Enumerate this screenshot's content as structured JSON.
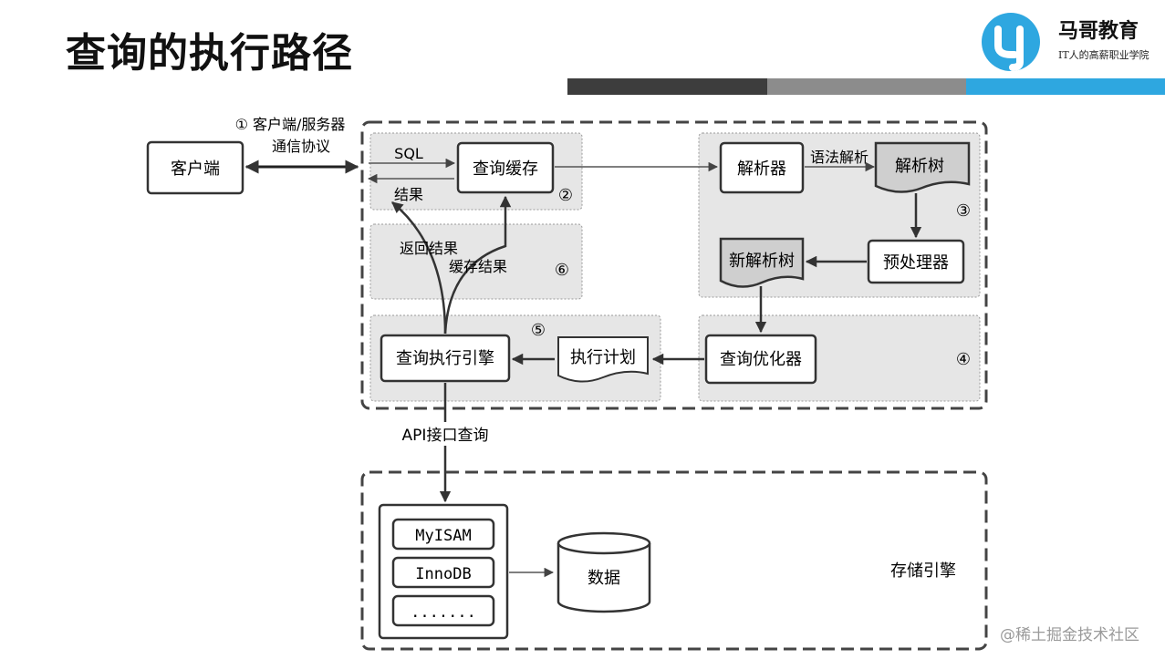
{
  "title": "查询的执行路径",
  "logo": {
    "name": "马哥教育",
    "slogan": "IT人的高薪职业学院"
  },
  "diagram": {
    "client": "客户端",
    "protocol_line1": "① 客户端/服务器",
    "protocol_line2": "通信协议",
    "sql_label": "SQL",
    "result_label": "结果",
    "query_cache": "查询缓存",
    "step2": "②",
    "parser": "解析器",
    "syntax_parse": "语法解析",
    "parse_tree": "解析树",
    "step3": "③",
    "preprocessor": "预处理器",
    "new_parse_tree": "新解析树",
    "return_result": "返回结果",
    "cache_result": "缓存结果",
    "step6": "⑥",
    "step5": "⑤",
    "exec_engine": "查询执行引擎",
    "exec_plan": "执行计划",
    "optimizer": "查询优化器",
    "step4": "④",
    "api_query": "API接口查询",
    "engines": [
      "MyISAM",
      "InnoDB",
      "......."
    ],
    "data": "数据",
    "storage_engine": "存储引擎"
  },
  "watermark": "@稀土掘金技术社区",
  "colors": {
    "stripe1": "#3d3d3d",
    "stripe2": "#8c8c8c",
    "stripe3": "#2ea7e0",
    "accent": "#2ea7e0"
  }
}
